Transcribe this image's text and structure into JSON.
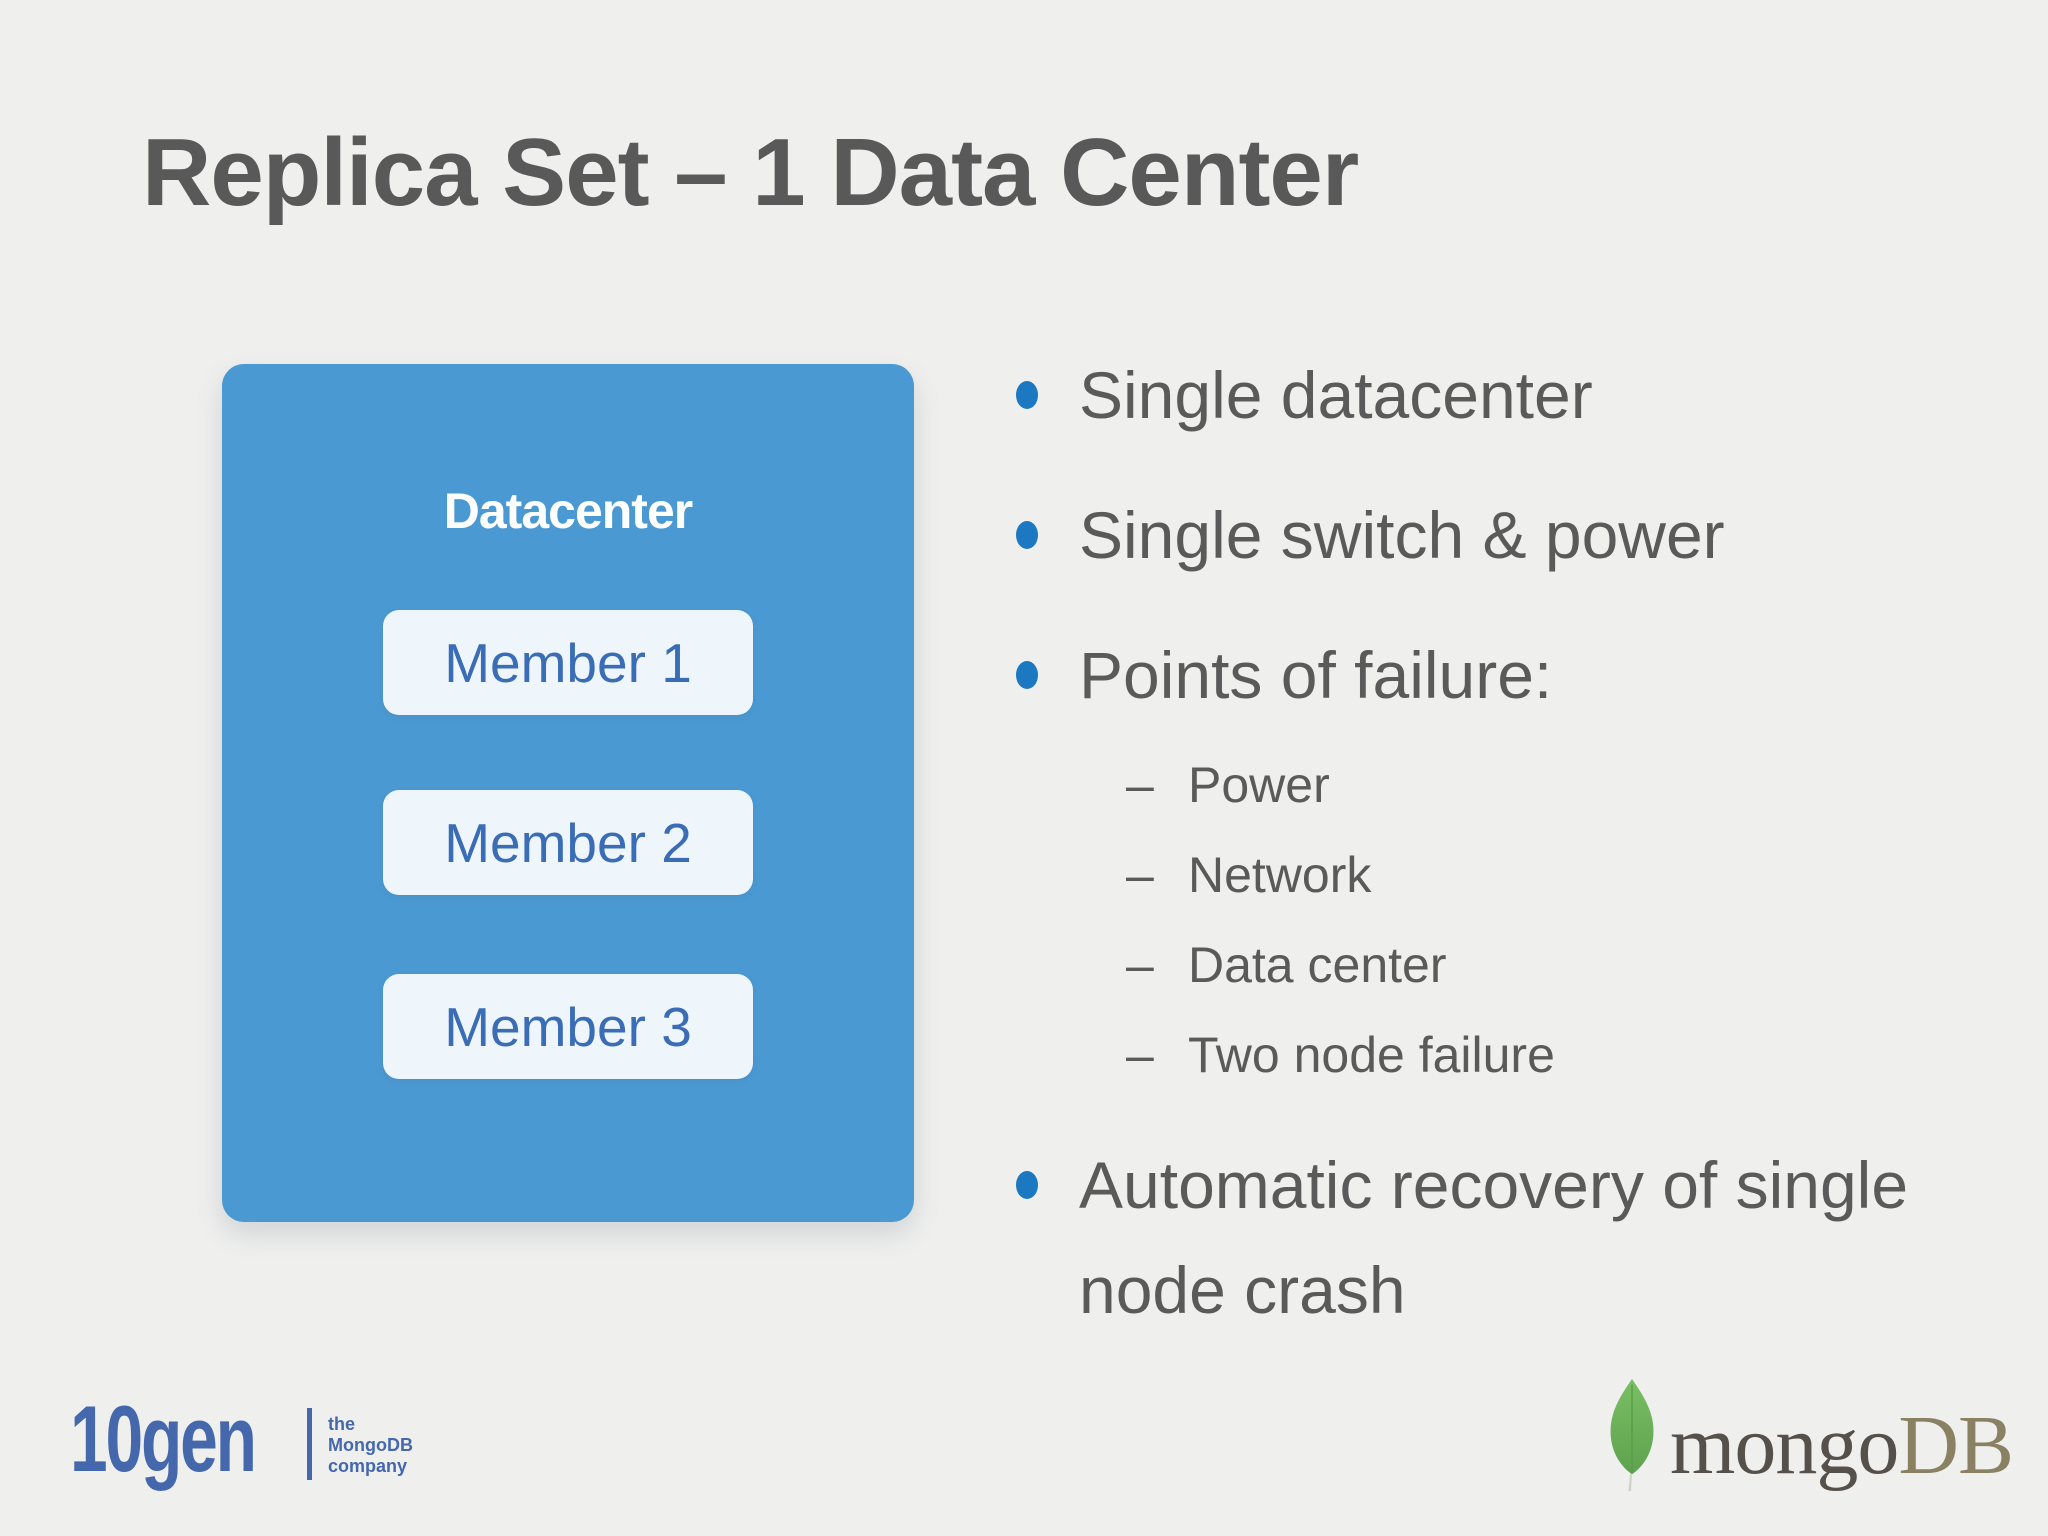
{
  "slide": {
    "title": "Replica Set – 1 Data Center",
    "diagram": {
      "container_label": "Datacenter",
      "members": [
        "Member 1",
        "Member 2",
        "Member 3"
      ]
    },
    "bullets": {
      "b1": "Single datacenter",
      "b2": "Single switch & power",
      "b3": "Points of failure:",
      "sub_marker": "–",
      "sub": [
        "Power",
        "Network",
        "Data center",
        "Two node failure"
      ],
      "b4": "Automatic recovery of single node crash"
    },
    "footer": {
      "brand_left": "10gen",
      "tagline": [
        "the",
        "MongoDB",
        "company"
      ],
      "brand_right_part1": "mongo",
      "brand_right_part2": "DB"
    },
    "colors": {
      "background": "#efefee",
      "title_gray": "#595959",
      "body_gray": "#5a5a5a",
      "bullet_dot_blue": "#1b78c1",
      "datacenter_box_blue": "#4b99d2",
      "member_box_bg": "#eef6fb",
      "member_text_blue": "#3a6db5",
      "tengen_blue": "#4568ac",
      "leaf_green": "#6cb35c",
      "mongo_text": "#55504a",
      "db_text": "#8a8163"
    }
  }
}
